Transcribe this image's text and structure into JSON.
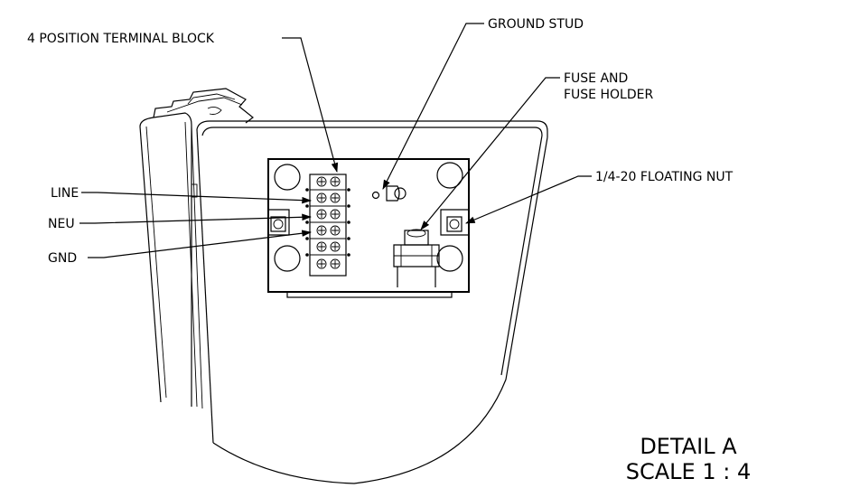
{
  "labels": {
    "terminal_block": "4 POSITION TERMINAL BLOCK",
    "ground_stud": "GROUND STUD",
    "fuse_line1": "FUSE AND",
    "fuse_line2": "FUSE HOLDER",
    "floating_nut": "1/4-20 FLOATING NUT",
    "line": "LINE",
    "neu": "NEU",
    "gnd": "GND"
  },
  "detail": {
    "title": "DETAIL A",
    "scale": "SCALE 1 : 4"
  }
}
